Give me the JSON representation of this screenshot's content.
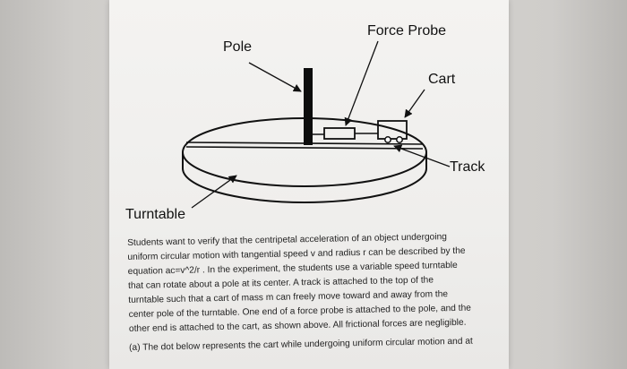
{
  "figure": {
    "labels": {
      "force_probe": "Force Probe",
      "pole": "Pole",
      "cart": "Cart",
      "track": "Track",
      "turntable": "Turntable"
    }
  },
  "paragraph": {
    "lines": [
      "Students want to verify that the centripetal acceleration of an object undergoing",
      "uniform circular motion with tangential speed v and radius r can be described by the",
      "equation ac=v^2/r . In the experiment, the students use a variable speed turntable",
      "that can rotate about a pole at its center. A track is attached to the top of the",
      "turntable such that a cart of mass m can freely move toward and away from the",
      "center pole of the turntable. One end of a force probe is attached to the pole, and the",
      "other end is attached to the cart, as shown above. All frictional forces are negligible."
    ]
  },
  "question": {
    "part_a": "(a) The dot below represents the cart while undergoing uniform circular motion and at"
  }
}
